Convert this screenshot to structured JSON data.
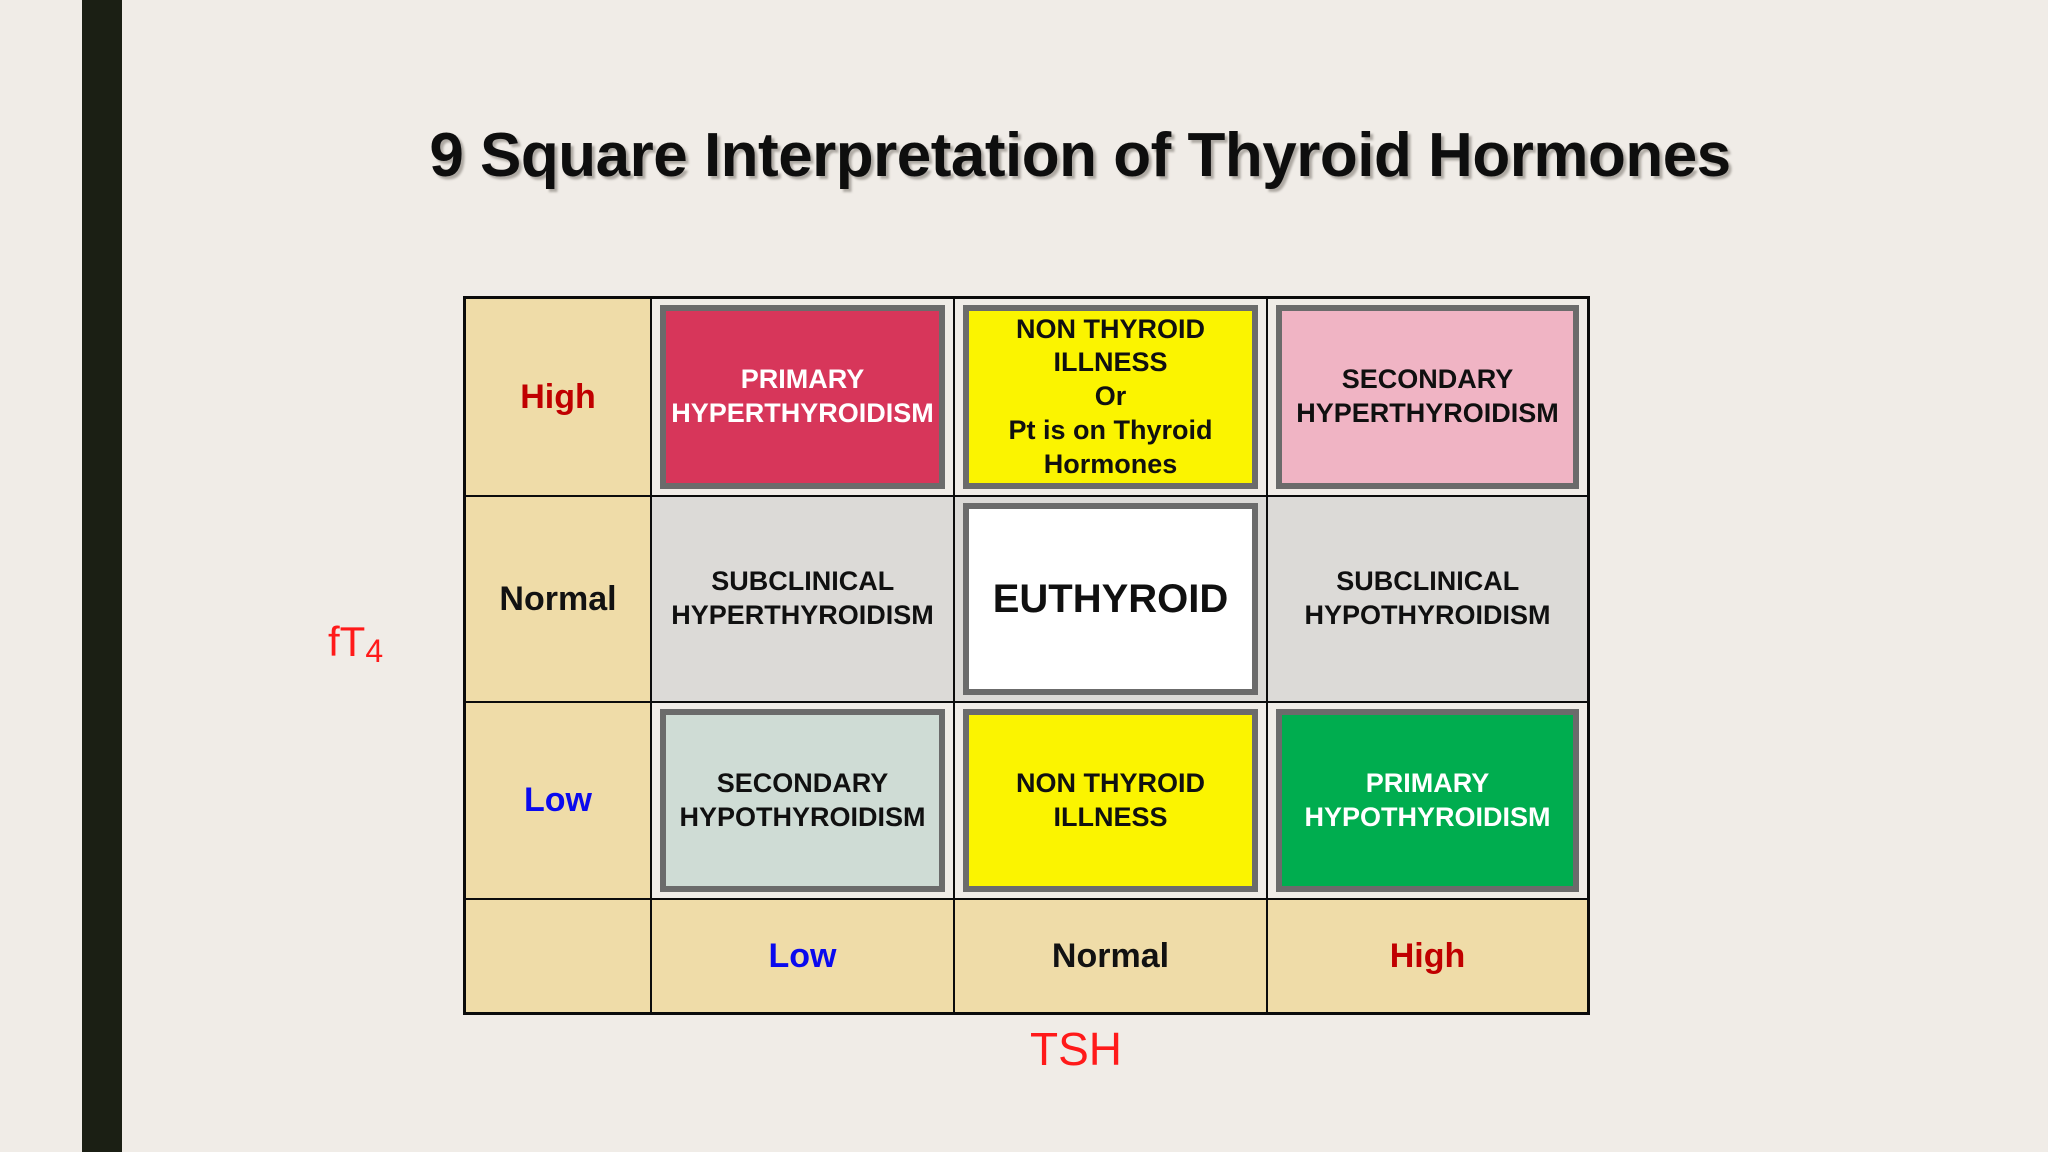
{
  "slide": {
    "title": "9 Square Interpretation of Thyroid Hormones",
    "background_color": "#F0ECE7",
    "accent_bar_color": "#1B1F14"
  },
  "axes": {
    "y_label_main": "fT",
    "y_label_sub": "4",
    "y_label_full": "fT4",
    "x_label": "TSH",
    "axis_label_color": "#FF1A1A",
    "y_values": [
      "High",
      "Normal",
      "Low"
    ],
    "x_values": [
      "Low",
      "Normal",
      "High"
    ]
  },
  "row_headers": [
    {
      "label": "High",
      "color": "#C00000"
    },
    {
      "label": "Normal",
      "color": "#121212"
    },
    {
      "label": "Low",
      "color": "#0A0AEE"
    }
  ],
  "column_headers": [
    {
      "label": "",
      "color": "#121212"
    },
    {
      "label": "Low",
      "color": "#0A0AEE"
    },
    {
      "label": "Normal",
      "color": "#121212"
    },
    {
      "label": "High",
      "color": "#C00000"
    }
  ],
  "matrix": {
    "r0c1": {
      "lines": [
        "PRIMARY",
        "HYPERTHYROIDISM"
      ],
      "fill": "#D7365A",
      "text_color": "#FFFFFF",
      "boxed": true
    },
    "r0c2": {
      "lines": [
        "NON THYROID",
        "ILLNESS",
        "Or",
        "Pt is on Thyroid",
        "Hormones"
      ],
      "fill": "#FBF400",
      "text_color": "#101010",
      "boxed": true
    },
    "r0c3": {
      "lines": [
        "SECONDARY",
        "HYPERTHYROIDISM"
      ],
      "fill": "#F0B4C4",
      "text_color": "#101010",
      "boxed": true
    },
    "r1c1": {
      "lines": [
        "SUBCLINICAL",
        "HYPERTHYROIDISM"
      ],
      "fill": "#DCDAD7",
      "text_color": "#101010",
      "boxed": false
    },
    "r1c2": {
      "lines": [
        "EUTHYROID"
      ],
      "fill": "#FFFFFF",
      "text_color": "#101010",
      "boxed": true
    },
    "r1c3": {
      "lines": [
        "SUBCLINICAL",
        "HYPOTHYROIDISM"
      ],
      "fill": "#DCDAD7",
      "text_color": "#101010",
      "boxed": false
    },
    "r2c1": {
      "lines": [
        "SECONDARY",
        "HYPOTHYROIDISM"
      ],
      "fill": "#CFDCD5",
      "text_color": "#101010",
      "boxed": true
    },
    "r2c2": {
      "lines": [
        "NON THYROID",
        "ILLNESS"
      ],
      "fill": "#FBF400",
      "text_color": "#101010",
      "boxed": true
    },
    "r2c3": {
      "lines": [
        "PRIMARY",
        "HYPOTHYROIDISM"
      ],
      "fill": "#00AD4F",
      "text_color": "#FFFFFF",
      "boxed": true
    }
  },
  "cells_text": {
    "primary_hyperthyroidism_l1": "PRIMARY",
    "primary_hyperthyroidism_l2": "HYPERTHYROIDISM",
    "nti_high_l1": "NON THYROID",
    "nti_high_l2": "ILLNESS",
    "nti_high_l3": "Or",
    "nti_high_l4": "Pt is on Thyroid",
    "nti_high_l5": "Hormones",
    "secondary_hyperthyroidism_l1": "SECONDARY",
    "secondary_hyperthyroidism_l2": "HYPERTHYROIDISM",
    "subclinical_hyperthyroidism_l1": "SUBCLINICAL",
    "subclinical_hyperthyroidism_l2": "HYPERTHYROIDISM",
    "euthyroid": "EUTHYROID",
    "subclinical_hypothyroidism_l1": "SUBCLINICAL",
    "subclinical_hypothyroidism_l2": "HYPOTHYROIDISM",
    "secondary_hypothyroidism_l1": "SECONDARY",
    "secondary_hypothyroidism_l2": "HYPOTHYROIDISM",
    "nti_low_l1": "NON THYROID",
    "nti_low_l2": "ILLNESS",
    "primary_hypothyroidism_l1": "PRIMARY",
    "primary_hypothyroidism_l2": "HYPOTHYROIDISM"
  }
}
